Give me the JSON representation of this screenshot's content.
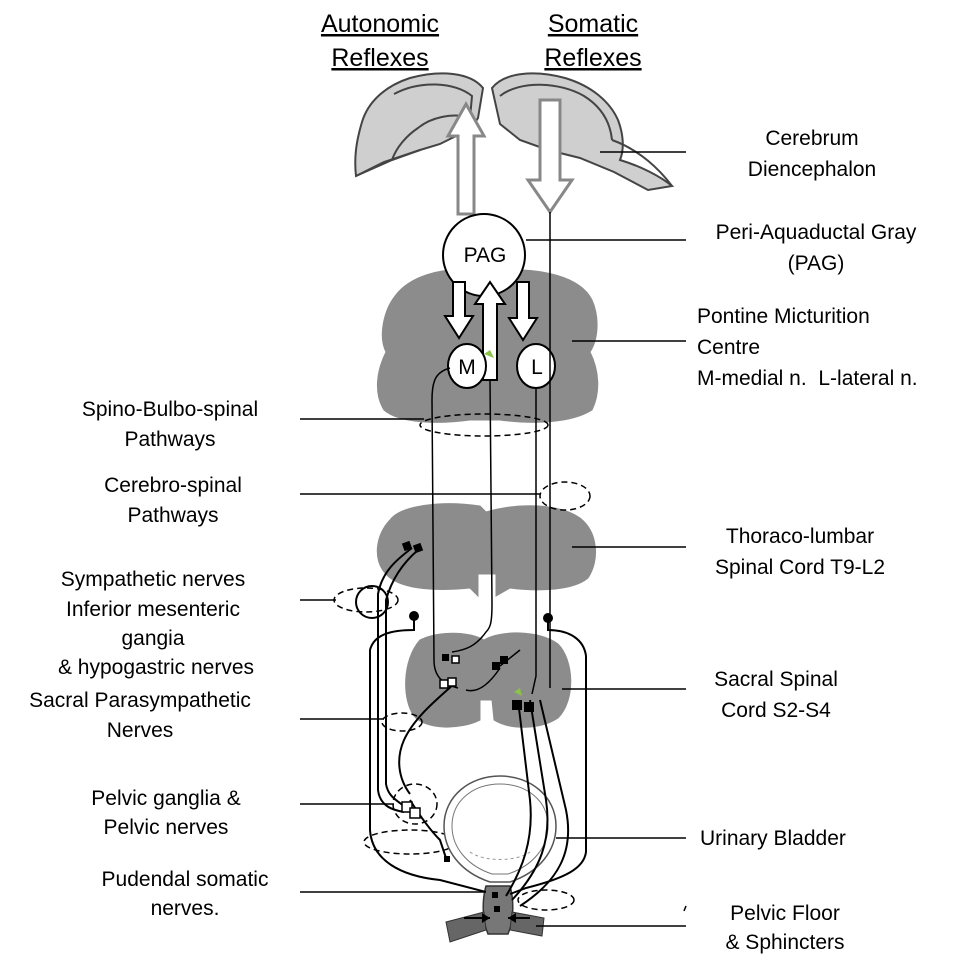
{
  "headers": {
    "autonomic": [
      "Autonomic",
      "Reflexes"
    ],
    "somatic": [
      "Somatic",
      "Reflexes"
    ]
  },
  "nodes": {
    "pag": "PAG",
    "medial": "M",
    "lateral": "L"
  },
  "labels": {
    "cerebrum": [
      "Cerebrum",
      "Diencephalon"
    ],
    "pag": [
      "Peri-Aquaductal Gray",
      "(PAG)"
    ],
    "pmc": [
      "Pontine Micturition",
      "Centre",
      "M-medial n.  L-lateral n."
    ],
    "thoraco": [
      "Thoraco-lumbar",
      "Spinal Cord T9-L2"
    ],
    "sacral_cord": [
      "Sacral Spinal",
      "Cord S2-S4"
    ],
    "bladder": [
      "Urinary Bladder"
    ],
    "pelvic_floor": [
      "Pelvic Floor",
      "& Sphincters"
    ],
    "spino_bulbo": [
      "Spino-Bulbo-spinal",
      "Pathways"
    ],
    "cerebro_spinal": [
      "Cerebro-spinal",
      "Pathways"
    ],
    "sympathetic": [
      "Sympathetic nerves",
      "Inferior mesenteric",
      "gangia",
      "& hypogastric nerves"
    ],
    "sacral_para": [
      "Sacral Parasympathetic",
      "Nerves"
    ],
    "pelvic_ganglia": [
      "Pelvic ganglia &",
      "Pelvic nerves"
    ],
    "pudendal": [
      "Pudendal somatic",
      "nerves."
    ]
  }
}
